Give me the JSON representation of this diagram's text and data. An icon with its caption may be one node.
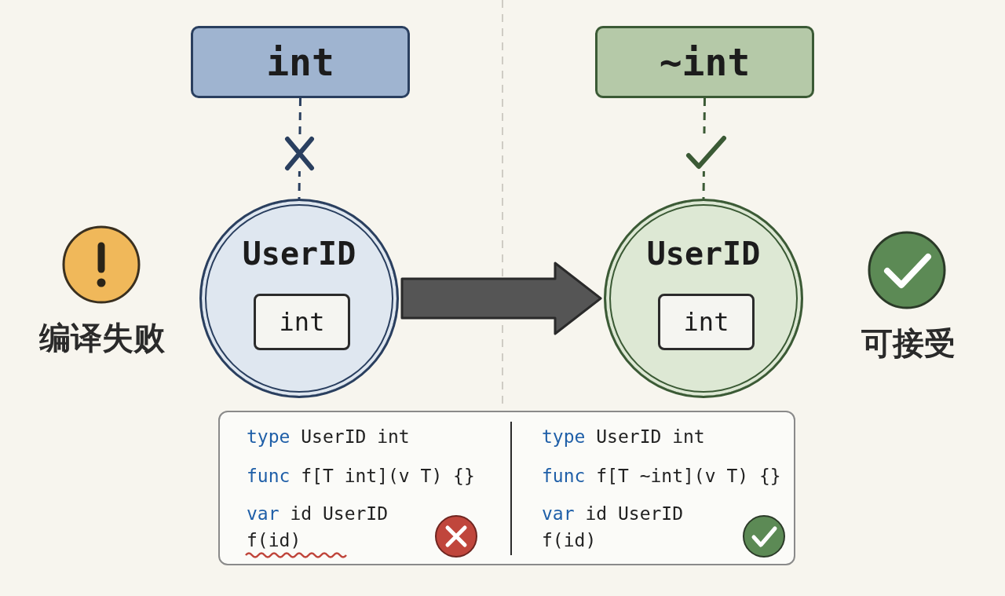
{
  "diagram": {
    "nodes": [
      {
        "text": [
          "int"
        ]
      },
      {
        "text": [
          "~int"
        ]
      },
      {
        "text": [
          "UserID"
        ]
      },
      {
        "text": [
          "int"
        ],
        "in": 2
      },
      {
        "text": [
          "UserID"
        ]
      },
      {
        "text": [
          "int"
        ],
        "in": 4
      },
      {
        "text": [
          "type UserID int",
          "func f[T int](v T) {}",
          "var id UserID",
          "f(id)",
          "type UserID int",
          "func f[T ~int](v T) {}",
          "var id UserID",
          "f(id)"
        ]
      }
    ],
    "edges": [
      {
        "from": 0,
        "to": 2,
        "arrow": "none",
        "style": "dashed",
        "color": "#2a3f5f"
      },
      {
        "from": 1,
        "to": 4,
        "arrow": "none",
        "style": "dashed",
        "color": "#3b5a35"
      },
      {
        "from": 2,
        "to": 4,
        "arrow": "to",
        "style": "thick",
        "color": "#555555"
      }
    ],
    "labels": [
      "编译失败",
      "可接受"
    ]
  }
}
